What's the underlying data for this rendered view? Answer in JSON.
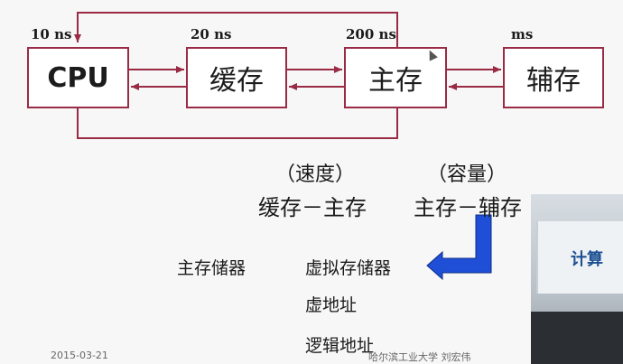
{
  "diagram": {
    "cpu_label": "CPU",
    "cache_label": "缓存",
    "main_label": "主存",
    "aux_label": "辅存",
    "cpu_latency": "10 ns",
    "cache_latency": "20 ns",
    "main_latency": "200 ns",
    "aux_latency": "ms"
  },
  "hierarchy": {
    "speed_caption": "（速度）",
    "capacity_caption": "（容量）",
    "cache_pair": "缓存－主存",
    "aux_pair": "主存－辅存"
  },
  "address": {
    "physical_storage": "主存储器",
    "virtual_storage": "虚拟存储器",
    "virtual_address": "虚地址",
    "logical_address": "逻辑地址"
  },
  "footer": {
    "date": "2015-03-21",
    "author": "哈尔滨工业大学 刘宏伟"
  },
  "video": {
    "overlay_text": "计算"
  },
  "colors": {
    "box_border": "#9a2b45",
    "arrow_blue": "#1f4fd6"
  }
}
